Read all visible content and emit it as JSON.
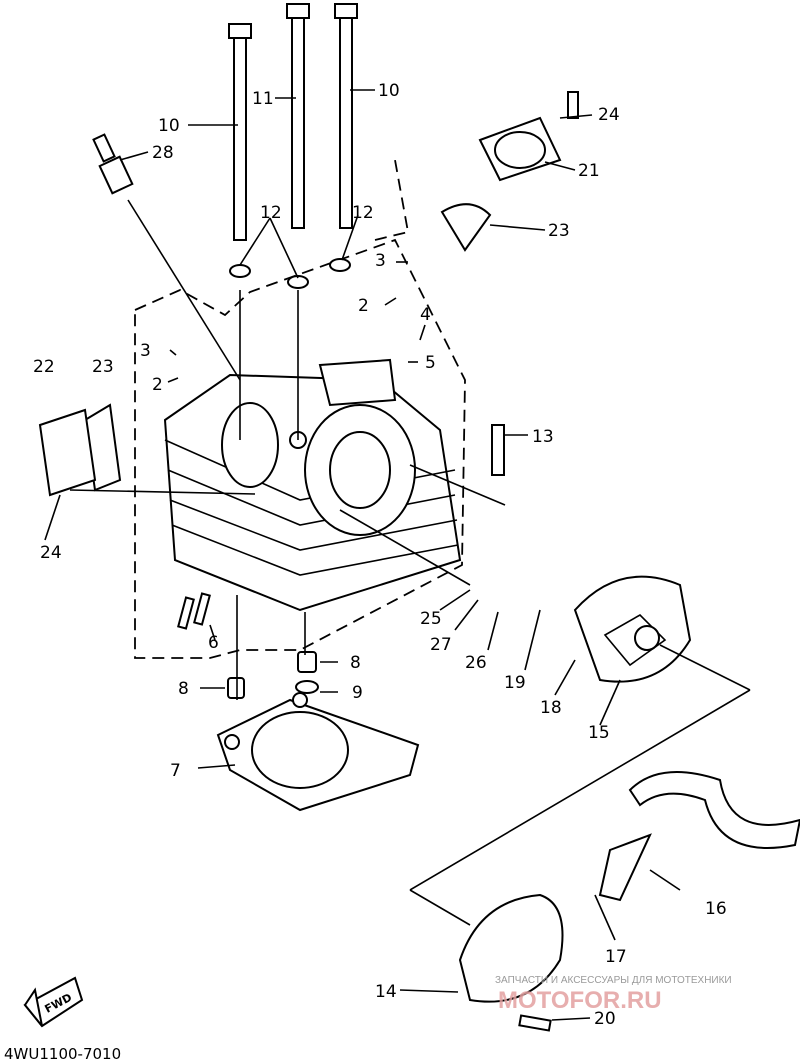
{
  "diagram": {
    "code": "4WU1100-7010",
    "fwd_label": "FWD",
    "watermark_line1": "ЗАПЧАСТИ И АКСЕССУАРЫ ДЛЯ МОТОТЕХНИКИ",
    "watermark_line2": "MOTOFOR.RU",
    "callouts": {
      "c2a": "2",
      "c2b": "2",
      "c3a": "3",
      "c3b": "3",
      "c4": "4",
      "c5": "5",
      "c6": "6",
      "c7": "7",
      "c8a": "8",
      "c8b": "8",
      "c9": "9",
      "c10a": "10",
      "c10b": "10",
      "c11": "11",
      "c12a": "12",
      "c12b": "12",
      "c13": "13",
      "c14": "14",
      "c15": "15",
      "c16": "16",
      "c17": "17",
      "c18": "18",
      "c19": "19",
      "c20": "20",
      "c21": "21",
      "c22": "22",
      "c23a": "23",
      "c23b": "23",
      "c24a": "24",
      "c24b": "24",
      "c25": "25",
      "c26": "26",
      "c27": "27",
      "c28": "28"
    }
  }
}
